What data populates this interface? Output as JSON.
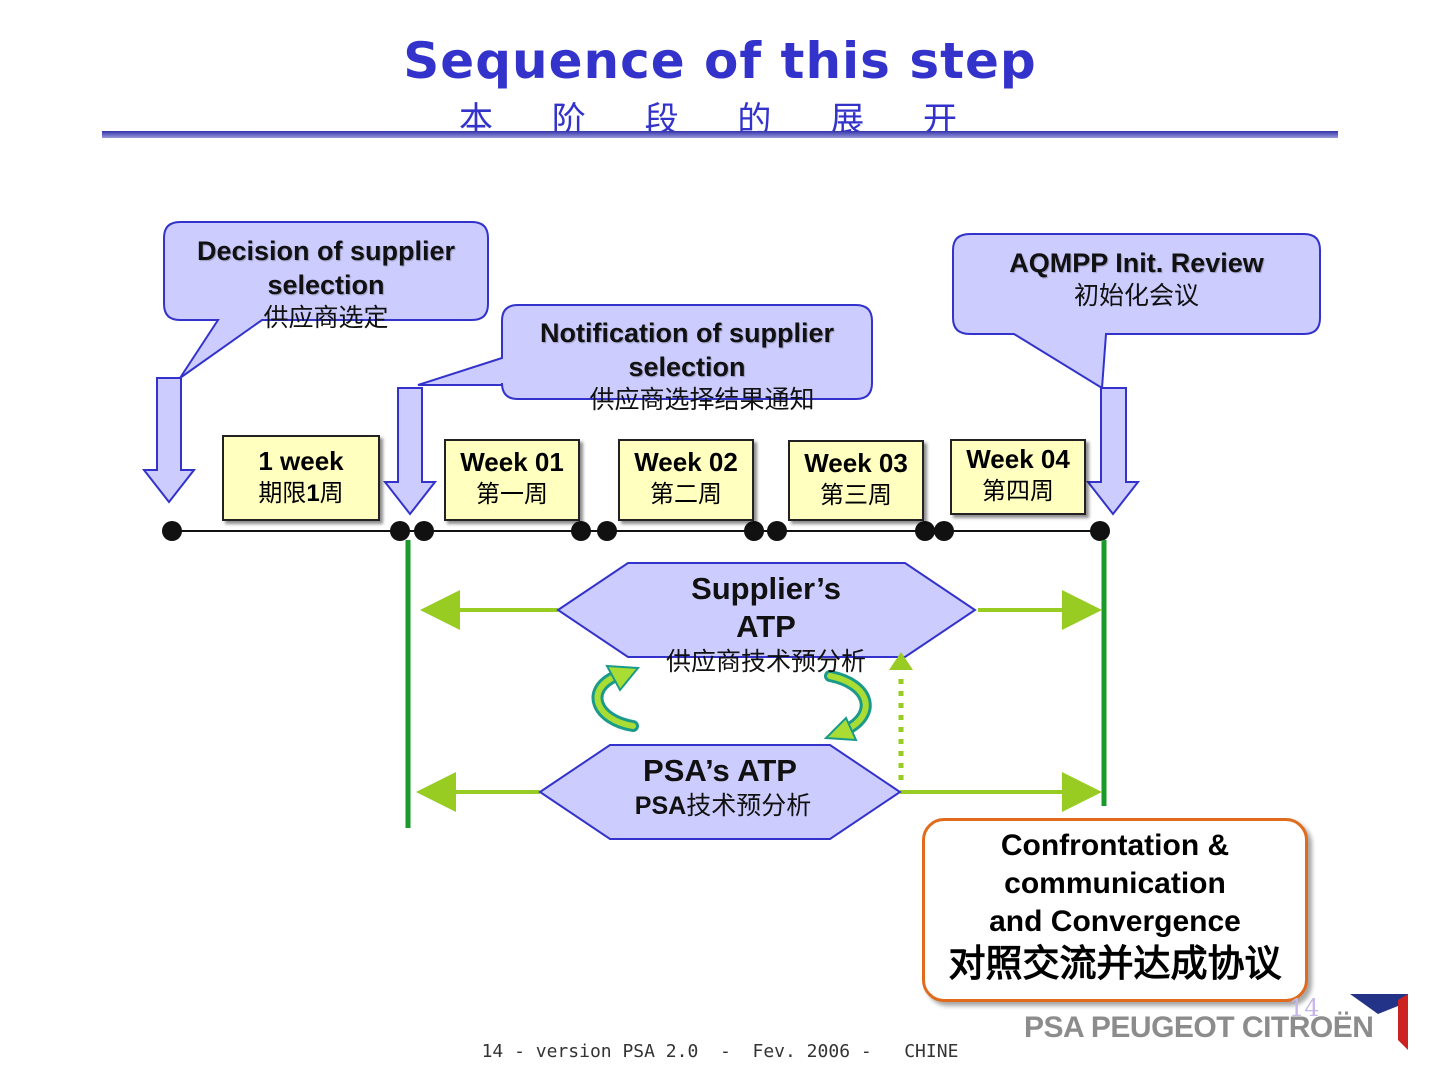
{
  "header": {
    "title": "Sequence of this step",
    "subtitle": "本 阶 段 的 展 开"
  },
  "callouts": {
    "decision": {
      "en": "Decision of supplier selection",
      "zh": "供应商选定"
    },
    "notification": {
      "en": "Notification of supplier selection",
      "zh": "供应商选择结果通知"
    },
    "review": {
      "en": "AQMPP Init. Review",
      "zh": "初始化会议"
    }
  },
  "weeks": [
    {
      "en": "1 week",
      "zh": "期限",
      "zh_bold": "1",
      "zh_suffix": "周"
    },
    {
      "en": "Week 01",
      "zh": "第一周"
    },
    {
      "en": "Week 02",
      "zh": "第二周"
    },
    {
      "en": "Week 03",
      "zh": "第三周"
    },
    {
      "en": "Week 04",
      "zh": "第四周"
    }
  ],
  "supplier_atp": {
    "en_line1": "Supplier’s",
    "en_line2": "ATP",
    "zh": "供应商技术预分析"
  },
  "psa_atp": {
    "en": "PSA’s ATP",
    "zh_bold": "PSA",
    "zh": "技术预分析"
  },
  "confrontation": {
    "en_line1": "Confrontation &",
    "en_line2": "communication",
    "en_line3": "and Convergence",
    "zh": "对照交流并达成协议"
  },
  "footer": {
    "text": "14 - version PSA 2.0  -  Fev. 2006 -   CHINE",
    "page_number": "14",
    "brand": "PSA PEUGEOT CITROËN"
  },
  "colors": {
    "title": "#3333cc",
    "callout_fill": "#ccccff",
    "callout_stroke": "#3333cc",
    "week_fill": "#ffffc0",
    "green_line": "#1a9a2a",
    "lime_arrow": "#99cc22",
    "orange_border": "#e06b1c",
    "brand_red": "#cc2222",
    "brand_blue": "#223388"
  }
}
